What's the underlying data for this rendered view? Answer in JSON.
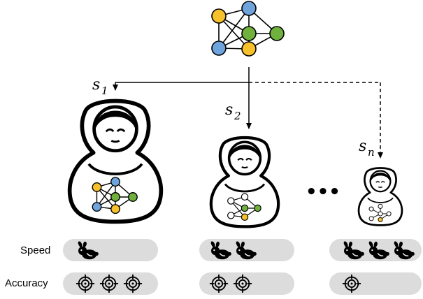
{
  "network_colors": {
    "yellow": "#f6c12b",
    "blue": "#6ea3dc",
    "green": "#6fb13c",
    "white": "#ffffff"
  },
  "edge_colors": {
    "solid": "#000000"
  },
  "models": [
    {
      "label": "s",
      "subscript": "1",
      "speed_rabbits": 1,
      "accuracy_targets": 3,
      "network": "colored"
    },
    {
      "label": "s",
      "subscript": "2",
      "speed_rabbits": 2,
      "accuracy_targets": 2,
      "network": "partial"
    },
    {
      "label": "s",
      "subscript": "n",
      "speed_rabbits": 3,
      "accuracy_targets": 1,
      "network": "sparse"
    }
  ],
  "ellipsis": "•••",
  "rows": {
    "speed_label": "Speed",
    "accuracy_label": "Accuracy"
  },
  "pill_color": "#dcdcdc",
  "icons": {
    "speed": "rabbit-icon",
    "accuracy": "target-icon"
  }
}
